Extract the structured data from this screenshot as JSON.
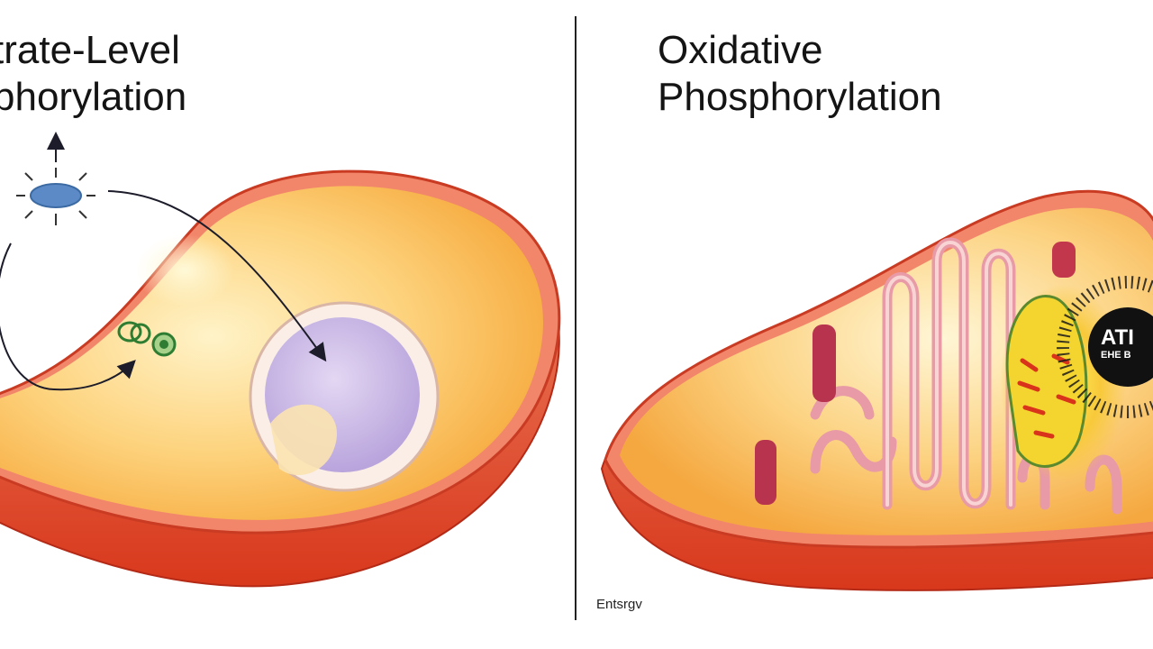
{
  "panels": {
    "left": {
      "title_line1": "strate-Level",
      "title_line2": "sphorylation"
    },
    "right": {
      "title_line1": "Oxidative",
      "title_line2": "Phosphorylation",
      "atp_label": "ATI",
      "atp_sublabel": "EHE B",
      "caption": "Entsrgv"
    }
  },
  "colors": {
    "cell_membrane": "#e0442c",
    "cytoplasm": "#fbc35e",
    "nucleus": "#c9b8e4",
    "mitochondria": "#e89aa6",
    "atp_core": "#111111",
    "divider": "#222222"
  }
}
